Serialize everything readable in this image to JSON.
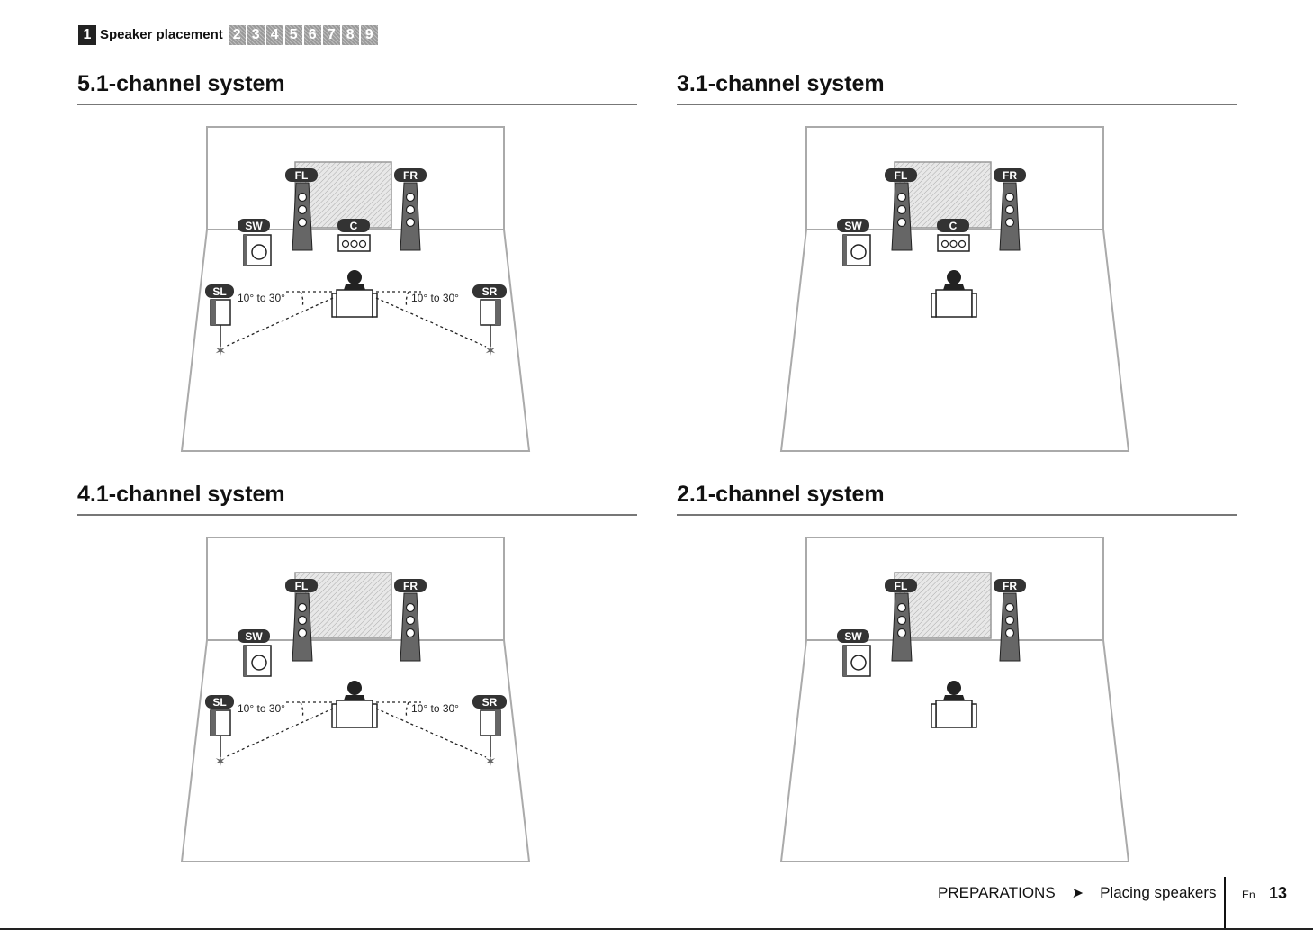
{
  "nav": {
    "current_step": "1",
    "current_label": "Speaker placement",
    "steps": [
      "2",
      "3",
      "4",
      "5",
      "6",
      "7",
      "8",
      "9"
    ]
  },
  "sections": [
    {
      "title": "5.1-channel system",
      "speakers": [
        "FL",
        "FR",
        "SW",
        "C",
        "SL",
        "SR"
      ],
      "angle_label": "10° to 30°"
    },
    {
      "title": "3.1-channel system",
      "speakers": [
        "FL",
        "FR",
        "SW",
        "C"
      ]
    },
    {
      "title": "4.1-channel system",
      "speakers": [
        "FL",
        "FR",
        "SW",
        "SL",
        "SR"
      ],
      "angle_label": "10° to 30°"
    },
    {
      "title": "2.1-channel system",
      "speakers": [
        "FL",
        "FR",
        "SW"
      ]
    }
  ],
  "footer": {
    "section": "PREPARATIONS",
    "arrow": "➤",
    "subsection": "Placing speakers",
    "lang": "En",
    "page": "13"
  },
  "colors": {
    "label_bg": "#333333",
    "hatch_gray": "#9a9a9a"
  }
}
